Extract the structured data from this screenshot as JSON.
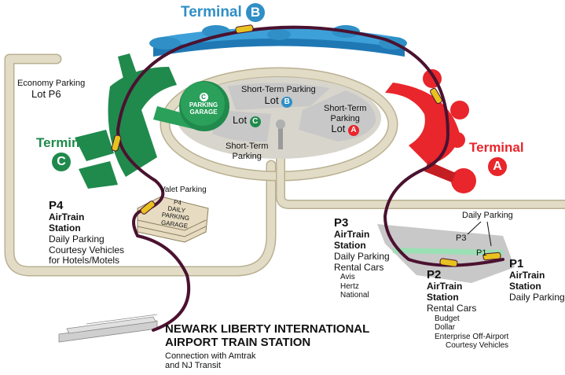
{
  "terminals": {
    "a": {
      "label": "Terminal",
      "letter": "A",
      "color": "#e8262b"
    },
    "b": {
      "label": "Terminal",
      "letter": "B",
      "color": "#2f8fc6"
    },
    "c": {
      "label": "Terminal",
      "letter": "C",
      "color": "#1f8a4c"
    }
  },
  "parking": {
    "economy_line1": "Economy Parking",
    "economy_line2": "Lot P6",
    "short_term_b_line1": "Short-Term Parking",
    "short_term_b_lot": "Lot",
    "short_term_b_letter": "B",
    "short_term_a_line1": "Short-Term",
    "short_term_a_line2": "Parking",
    "short_term_a_lot": "Lot",
    "short_term_a_letter": "A",
    "lot_c_lot": "Lot",
    "lot_c_letter": "C",
    "short_term_c_line1": "Short-Term",
    "short_term_c_line2": "Parking",
    "garage_letter": "C",
    "garage_line1": "PARKING",
    "garage_line2": "GARAGE",
    "valet": "Valet Parking",
    "p4_garage_line1": "P4",
    "p4_garage_line2": "DAILY",
    "p4_garage_line3": "PARKING",
    "p4_garage_line4": "GARAGE",
    "daily_parking": "Daily Parking",
    "p3_lot": "P3",
    "p1_lot": "P1"
  },
  "stations": {
    "p4": {
      "code": "P4",
      "name1": "AirTrain",
      "name2": "Station",
      "details": [
        "Daily Parking",
        "Courtesy Vehicles",
        "for Hotels/Motels"
      ]
    },
    "p3": {
      "code": "P3",
      "name1": "AirTrain",
      "name2": "Station",
      "details": [
        "Daily Parking",
        "Rental Cars"
      ],
      "subdetails": [
        "Avis",
        "Hertz",
        "National"
      ]
    },
    "p2": {
      "code": "P2",
      "name1": "AirTrain",
      "name2": "Station",
      "details": [
        "Rental Cars"
      ],
      "subdetails": [
        "Budget",
        "Dollar",
        "Enterprise Off-Airport",
        "Courtesy Vehicles"
      ]
    },
    "p1": {
      "code": "P1",
      "name1": "AirTrain",
      "name2": "Station",
      "details": [
        "Daily Parking"
      ]
    }
  },
  "train_station": {
    "line1": "NEWARK LIBERTY INTERNATIONAL",
    "line2": "AIRPORT TRAIN STATION",
    "detail1": "Connection with Amtrak",
    "detail2": "and NJ Transit"
  },
  "colors": {
    "road": "#e2dcc6",
    "road_edge": "#b9b092",
    "airtrain": "#4b1230",
    "train_car": "#e8c21f",
    "lot_fill": "#c8c8c8",
    "green_strip": "#9be0b4",
    "garage": "#e7dcc2"
  }
}
